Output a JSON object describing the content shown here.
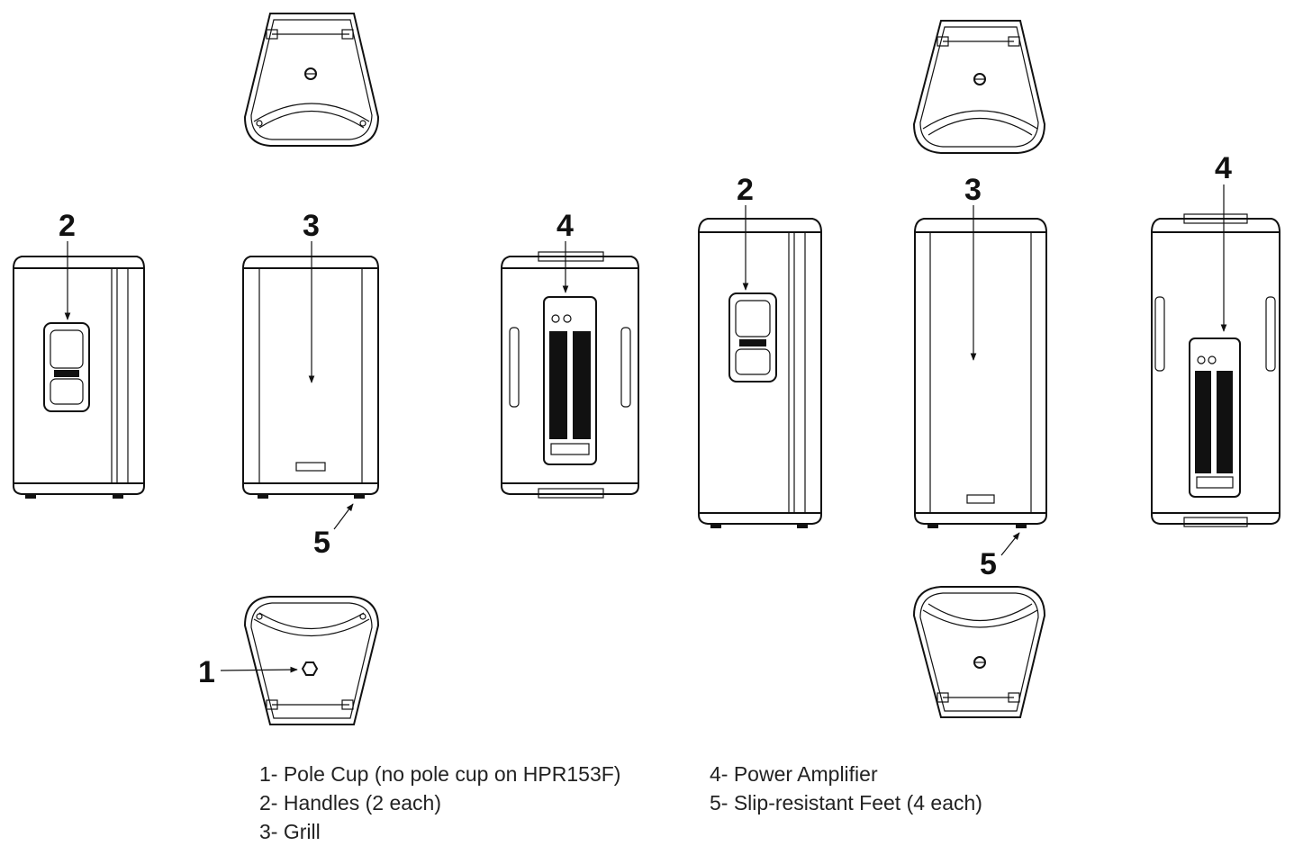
{
  "callouts": {
    "c1": "1",
    "c2a": "2",
    "c3a": "3",
    "c4a": "4",
    "c5a": "5",
    "c2b": "2",
    "c3b": "3",
    "c4b": "4",
    "c5b": "5"
  },
  "legend": {
    "left": [
      "1- Pole Cup (no pole cup on HPR153F)",
      "2- Handles (2 each)",
      "3- Grill"
    ],
    "right": [
      "4- Power Amplifier",
      "5- Slip-resistant Feet (4 each)"
    ]
  }
}
